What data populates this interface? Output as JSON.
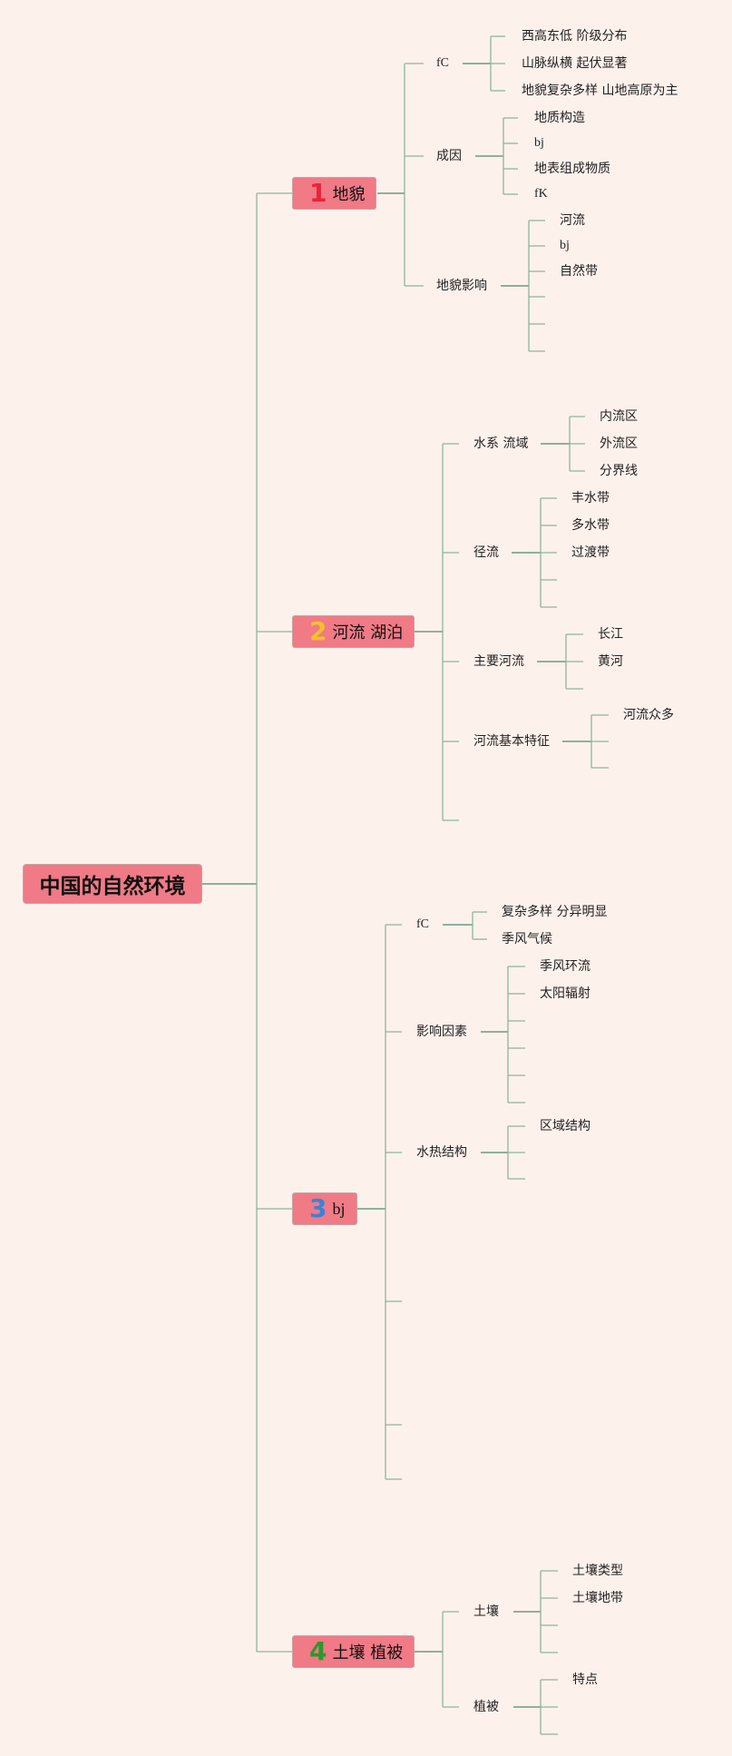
{
  "root": {
    "label": "中国的自然环境"
  },
  "branches": [
    {
      "num": "1",
      "num_color": "#e8243b",
      "label": "地貌"
    },
    {
      "num": "2",
      "num_color": "#f5c02a",
      "label": "河流 湖泊"
    },
    {
      "num": "3",
      "num_color": "#3b82d6",
      "label": "bj"
    },
    {
      "num": "4",
      "num_color": "#2a9a2a",
      "label": "土壤 植被"
    }
  ],
  "b1": {
    "fc": {
      "label": "fC",
      "leaves": [
        "西高东低 阶级分布",
        "山脉纵横 起伏显著",
        "地貌复杂多样 山地高原为主"
      ]
    },
    "cause": {
      "label": "成因",
      "leaves": [
        "地质构造",
        "bj",
        "地表组成物质",
        "fK"
      ]
    },
    "impact": {
      "label": "地貌影响",
      "leaves": [
        "河流",
        "bj",
        "自然带"
      ]
    }
  },
  "b2": {
    "water": {
      "label": "水系 流域",
      "leaves": [
        "内流区",
        "外流区",
        "分界线"
      ]
    },
    "runoff": {
      "label": "径流",
      "leaves": [
        "丰水带",
        "多水带",
        "过渡带"
      ]
    },
    "rivers": {
      "label": "主要河流",
      "leaves": [
        "长江",
        "黄河"
      ]
    },
    "features": {
      "label": "河流基本特征",
      "leaves": [
        "河流众多"
      ]
    }
  },
  "b3": {
    "fc": {
      "label": "fC",
      "leaves": [
        "复杂多样 分异明显",
        "季风气候"
      ]
    },
    "factors": {
      "label": "影响因素",
      "leaves": [
        "季风环流",
        "太阳辐射"
      ]
    },
    "hydro": {
      "label": "水热结构",
      "leaves": [
        "区域结构"
      ]
    }
  },
  "b4": {
    "soil": {
      "label": "土壤",
      "leaves": [
        "土壤类型",
        "土壤地带"
      ]
    },
    "veg": {
      "label": "植被",
      "leaves": [
        "特点"
      ]
    }
  },
  "colors": {
    "background": "#fdf1ec",
    "line": "#8fb59a",
    "line_dark": "#4f8a6a",
    "node": "#f07a86"
  }
}
